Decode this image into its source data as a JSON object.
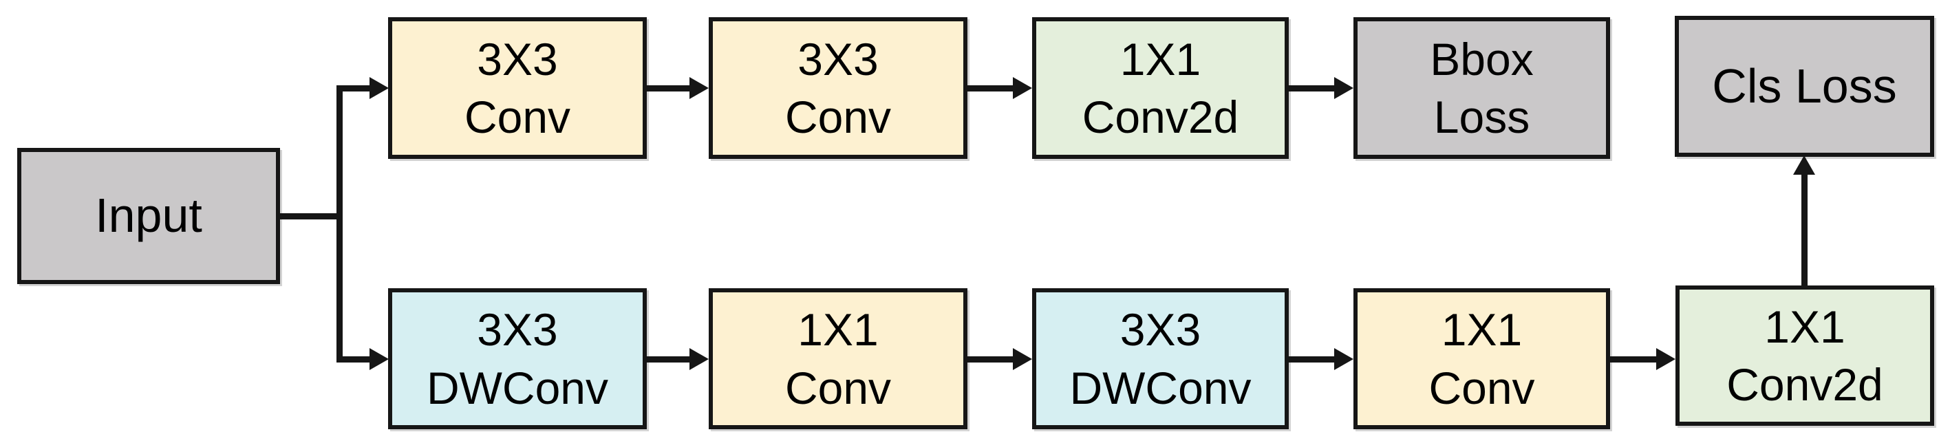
{
  "diagram": {
    "description": "Two-branch detection head architecture diagram with Bbox and Cls loss outputs",
    "colors": {
      "node_gray": "#cac8c9",
      "node_yellow": "#fdf1d1",
      "node_cyan": "#d6eff2",
      "node_green": "#e4efdc",
      "edge_black": "#161616"
    },
    "nodes": {
      "input": {
        "label": "Input",
        "fill": "#cac8c9"
      },
      "top_conv3x3_1": {
        "label": "3X3\nConv",
        "fill": "#fdf1d1"
      },
      "top_conv3x3_2": {
        "label": "3X3\nConv",
        "fill": "#fdf1d1"
      },
      "top_conv2d1x1": {
        "label": "1X1\nConv2d",
        "fill": "#e4efdc"
      },
      "bbox_loss": {
        "label": "Bbox\nLoss",
        "fill": "#cac8c9"
      },
      "cls_loss": {
        "label": "Cls Loss",
        "fill": "#cac8c9"
      },
      "bot_dwconv3x3_1": {
        "label": "3X3\nDWConv",
        "fill": "#d6eff2"
      },
      "bot_conv1x1_1": {
        "label": "1X1\nConv",
        "fill": "#fdf1d1"
      },
      "bot_dwconv3x3_2": {
        "label": "3X3\nDWConv",
        "fill": "#d6eff2"
      },
      "bot_conv1x1_2": {
        "label": "1X1\nConv",
        "fill": "#fdf1d1"
      },
      "bot_conv2d1x1": {
        "label": "1X1\nConv2d",
        "fill": "#e4efdc"
      }
    },
    "edges": [
      {
        "from": "input",
        "to": "top_conv3x3_1"
      },
      {
        "from": "input",
        "to": "bot_dwconv3x3_1"
      },
      {
        "from": "top_conv3x3_1",
        "to": "top_conv3x3_2"
      },
      {
        "from": "top_conv3x3_2",
        "to": "top_conv2d1x1"
      },
      {
        "from": "top_conv2d1x1",
        "to": "bbox_loss"
      },
      {
        "from": "bot_dwconv3x3_1",
        "to": "bot_conv1x1_1"
      },
      {
        "from": "bot_conv1x1_1",
        "to": "bot_dwconv3x3_2"
      },
      {
        "from": "bot_dwconv3x3_2",
        "to": "bot_conv1x1_2"
      },
      {
        "from": "bot_conv1x1_2",
        "to": "bot_conv2d1x1"
      },
      {
        "from": "bot_conv2d1x1",
        "to": "cls_loss"
      }
    ]
  }
}
